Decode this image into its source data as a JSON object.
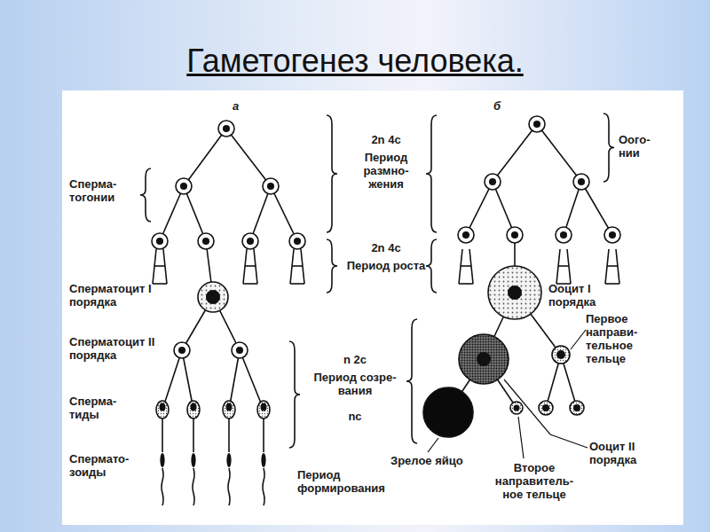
{
  "diagram": {
    "title": "Гаметогенез человека.",
    "labels": [
      "а",
      "б",
      "Сперма- тогонии",
      "2n 4c",
      "Период размно- жения",
      "2n 4c",
      "Период роста",
      "Сперматоцит I порядка",
      "Оого- нии",
      "Ооцит I порядка",
      "Первое направи- тельное тельце",
      "Сперматоцит II порядка",
      "n 2c",
      "Период созре- вания",
      "nc",
      "Сперма- тиды",
      "Ооцит II порядка",
      "Спермато- зоиды",
      "Зрелое яйцо",
      "Период формирования",
      "Второе направитель- ное тельце"
    ]
  }
}
